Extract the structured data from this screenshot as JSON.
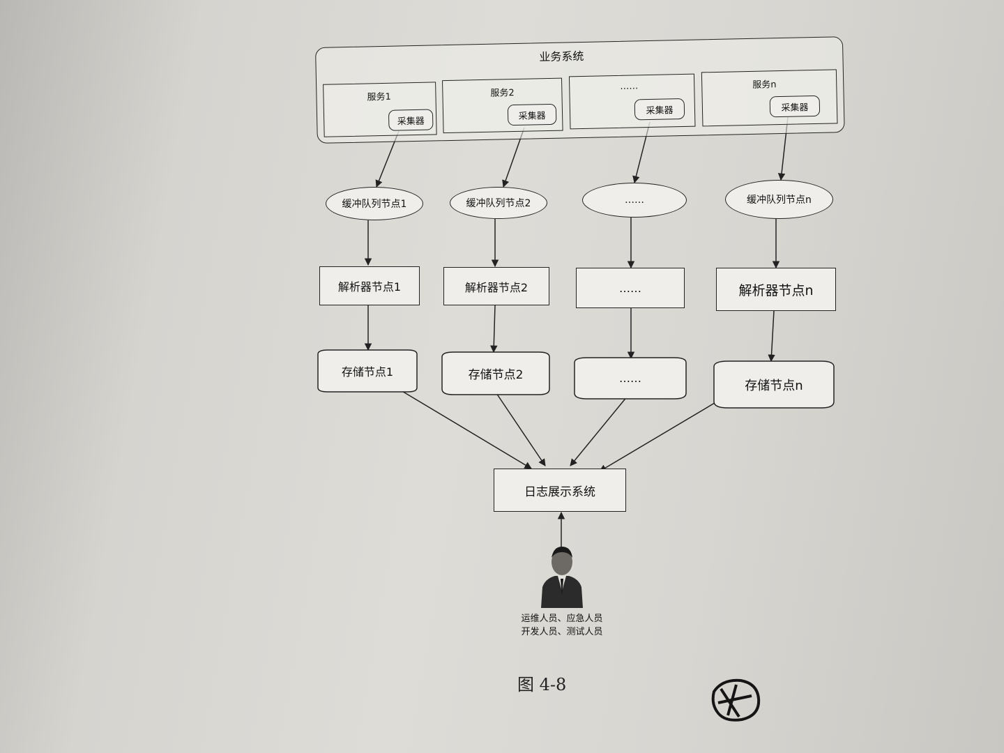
{
  "diagram": {
    "business_system_title": "业务系统",
    "services": [
      {
        "label": "服务1",
        "collector": "采集器"
      },
      {
        "label": "服务2",
        "collector": "采集器"
      },
      {
        "label": "……",
        "collector": "采集器"
      },
      {
        "label": "服务n",
        "collector": "采集器"
      }
    ],
    "queue_nodes": [
      "缓冲队列节点1",
      "缓冲队列节点2",
      "……",
      "缓冲队列节点n"
    ],
    "parser_nodes": [
      "解析器节点1",
      "解析器节点2",
      "……",
      "解析器节点n"
    ],
    "storage_nodes": [
      "存储节点1",
      "存储节点2",
      "……",
      "存储节点n"
    ],
    "log_display": "日志展示系统",
    "people_line1": "运维人员、应急人员",
    "people_line2": "开发人员、测试人员"
  },
  "figure_caption": "图 4-8",
  "colors": {
    "line": "#222222",
    "node_fill": "#efeeea",
    "paper": "#dedcd7"
  }
}
